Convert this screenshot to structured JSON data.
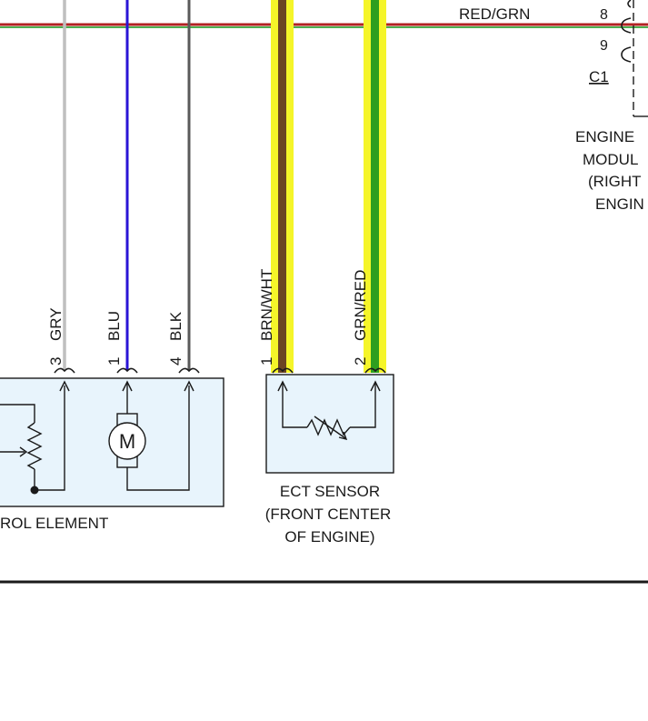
{
  "colors": {
    "background": "#ffffff",
    "component_fill": "#e8f4fc",
    "highlight_yellow": "#f5f529",
    "wire_red_grn_top": "#b22222",
    "wire_red_grn_bottom": "#4caf50",
    "wire_gry": "#bfbfbf",
    "wire_blu": "#2a14d6",
    "wire_blk": "#5a5a5a",
    "wire_brn": "#6b4423",
    "wire_grn": "#2e9e1f",
    "outline": "#1a1a1a"
  },
  "top_right": {
    "wire_label": "RED/GRN",
    "pins": [
      "8",
      "9"
    ],
    "connector_id": "C1",
    "module_label_lines": [
      "ENGINE",
      "MODUL",
      "(RIGHT",
      "ENGIN"
    ]
  },
  "control_element": {
    "label": "ROL ELEMENT",
    "motor_symbol": "M",
    "wires": [
      {
        "pin": "3",
        "color_code": "GRY"
      },
      {
        "pin": "1",
        "color_code": "BLU"
      },
      {
        "pin": "4",
        "color_code": "BLK"
      }
    ]
  },
  "ect_sensor": {
    "label_lines": [
      "ECT SENSOR",
      "(FRONT CENTER",
      "OF ENGINE)"
    ],
    "wires": [
      {
        "pin": "1",
        "color_code": "BRN/WHT"
      },
      {
        "pin": "2",
        "color_code": "GRN/RED"
      }
    ]
  }
}
